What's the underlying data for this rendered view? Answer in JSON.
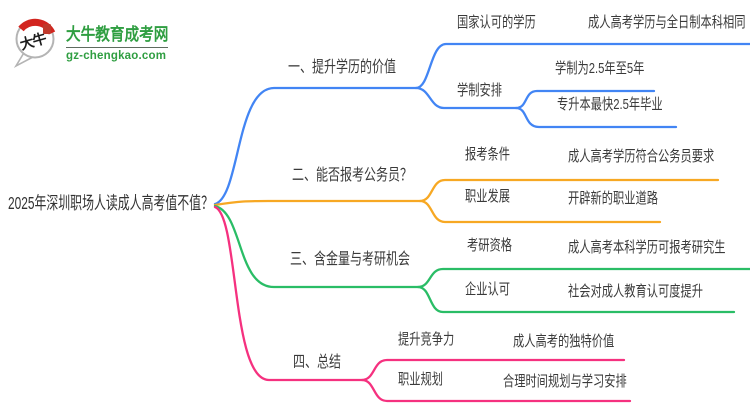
{
  "logo": {
    "name": "大牛教育成考网",
    "domain": "gz-chengkao.com",
    "seal_text": "大牛",
    "brand_color": "#2f9e41"
  },
  "mindmap": {
    "central_topic": "2025年深圳职场人读成人高考值不值？",
    "branches": [
      {
        "label": "一、提升学历的价值",
        "color": "#4285f4",
        "children": [
          {
            "label": "国家认可的学历",
            "children": [
              {
                "label": "成人高考学历与全日制本科相同"
              }
            ]
          },
          {
            "label": "学制安排",
            "children": [
              {
                "label": "学制为2.5年至5年"
              },
              {
                "label": "专升本最快2.5年毕业"
              }
            ]
          }
        ]
      },
      {
        "label": "二、能否报考公务员？",
        "color": "#f7a823",
        "children": [
          {
            "label": "报考条件",
            "children": [
              {
                "label": "成人高考学历符合公务员要求"
              }
            ]
          },
          {
            "label": "职业发展",
            "children": [
              {
                "label": "开辟新的职业道路"
              }
            ]
          }
        ]
      },
      {
        "label": "三、含金量与考研机会",
        "color": "#2abd66",
        "children": [
          {
            "label": "考研资格",
            "children": [
              {
                "label": "成人高考本科学历可报考研究生"
              }
            ]
          },
          {
            "label": "企业认可",
            "children": [
              {
                "label": "社会对成人教育认可度提升"
              }
            ]
          }
        ]
      },
      {
        "label": "四、总结",
        "color": "#f5317f",
        "children": [
          {
            "label": "提升竞争力",
            "children": [
              {
                "label": "成人高考的独特价值"
              }
            ]
          },
          {
            "label": "职业规划",
            "children": [
              {
                "label": "合理时间规划与学习安排"
              }
            ]
          }
        ]
      }
    ]
  }
}
